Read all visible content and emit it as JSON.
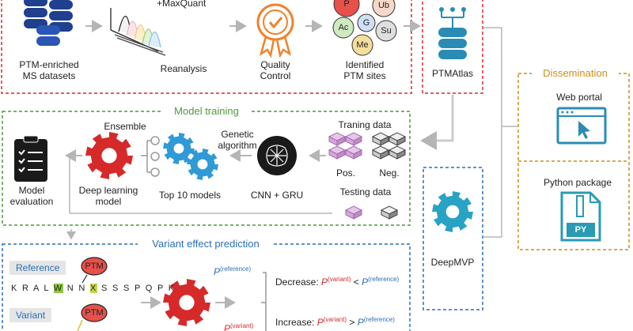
{
  "reanalysis": {
    "tool_label": "+MaxQuant",
    "datasets_line1": "PTM-enriched",
    "datasets_line2": "MS datasets",
    "reanalysis_label": "Reanalysis",
    "qc_line1": "Quality",
    "qc_line2": "Control",
    "sites_line1": "Identified",
    "sites_line2": "PTM sites",
    "ptm_bubbles": [
      "P",
      "Ub",
      "Ac",
      "G",
      "Su",
      "Me"
    ]
  },
  "ptmatlas": {
    "label": "PTMAtlas"
  },
  "dissemination": {
    "title": "Dissemination",
    "web_portal": "Web portal",
    "python_package": "Python package",
    "file_badge": "PY"
  },
  "model_training": {
    "title": "Model training",
    "eval_line1": "Model",
    "eval_line2": "evaluation",
    "ensemble": "Ensemble",
    "dl_line1": "Deep learning",
    "dl_line2": "model",
    "top_models": "Top 10 models",
    "ga_line1": "Genetic",
    "ga_line2": "algorithm",
    "cnn_gru": "CNN + GRU",
    "training_data": "Traning data",
    "pos": "Pos.",
    "neg": "Neg.",
    "testing_data": "Testing data"
  },
  "deepmvp": {
    "label": "DeepMVP"
  },
  "variant_effect": {
    "title": "Variant effect prediction",
    "reference": "Reference",
    "variant": "Variant",
    "ptm": "PTM",
    "seq_pre": "K R A L ",
    "seq_w": "W",
    "seq_mid": " N N ",
    "seq_x": "X",
    "seq_post": " S S S P Q P K",
    "p_symbol": "P",
    "ref_sup": "(reference)",
    "var_sup": "(variant)",
    "decrease_label": "Decrease: ",
    "increase_label": "Increase: ",
    "less_than": " < ",
    "greater_than": " > "
  }
}
